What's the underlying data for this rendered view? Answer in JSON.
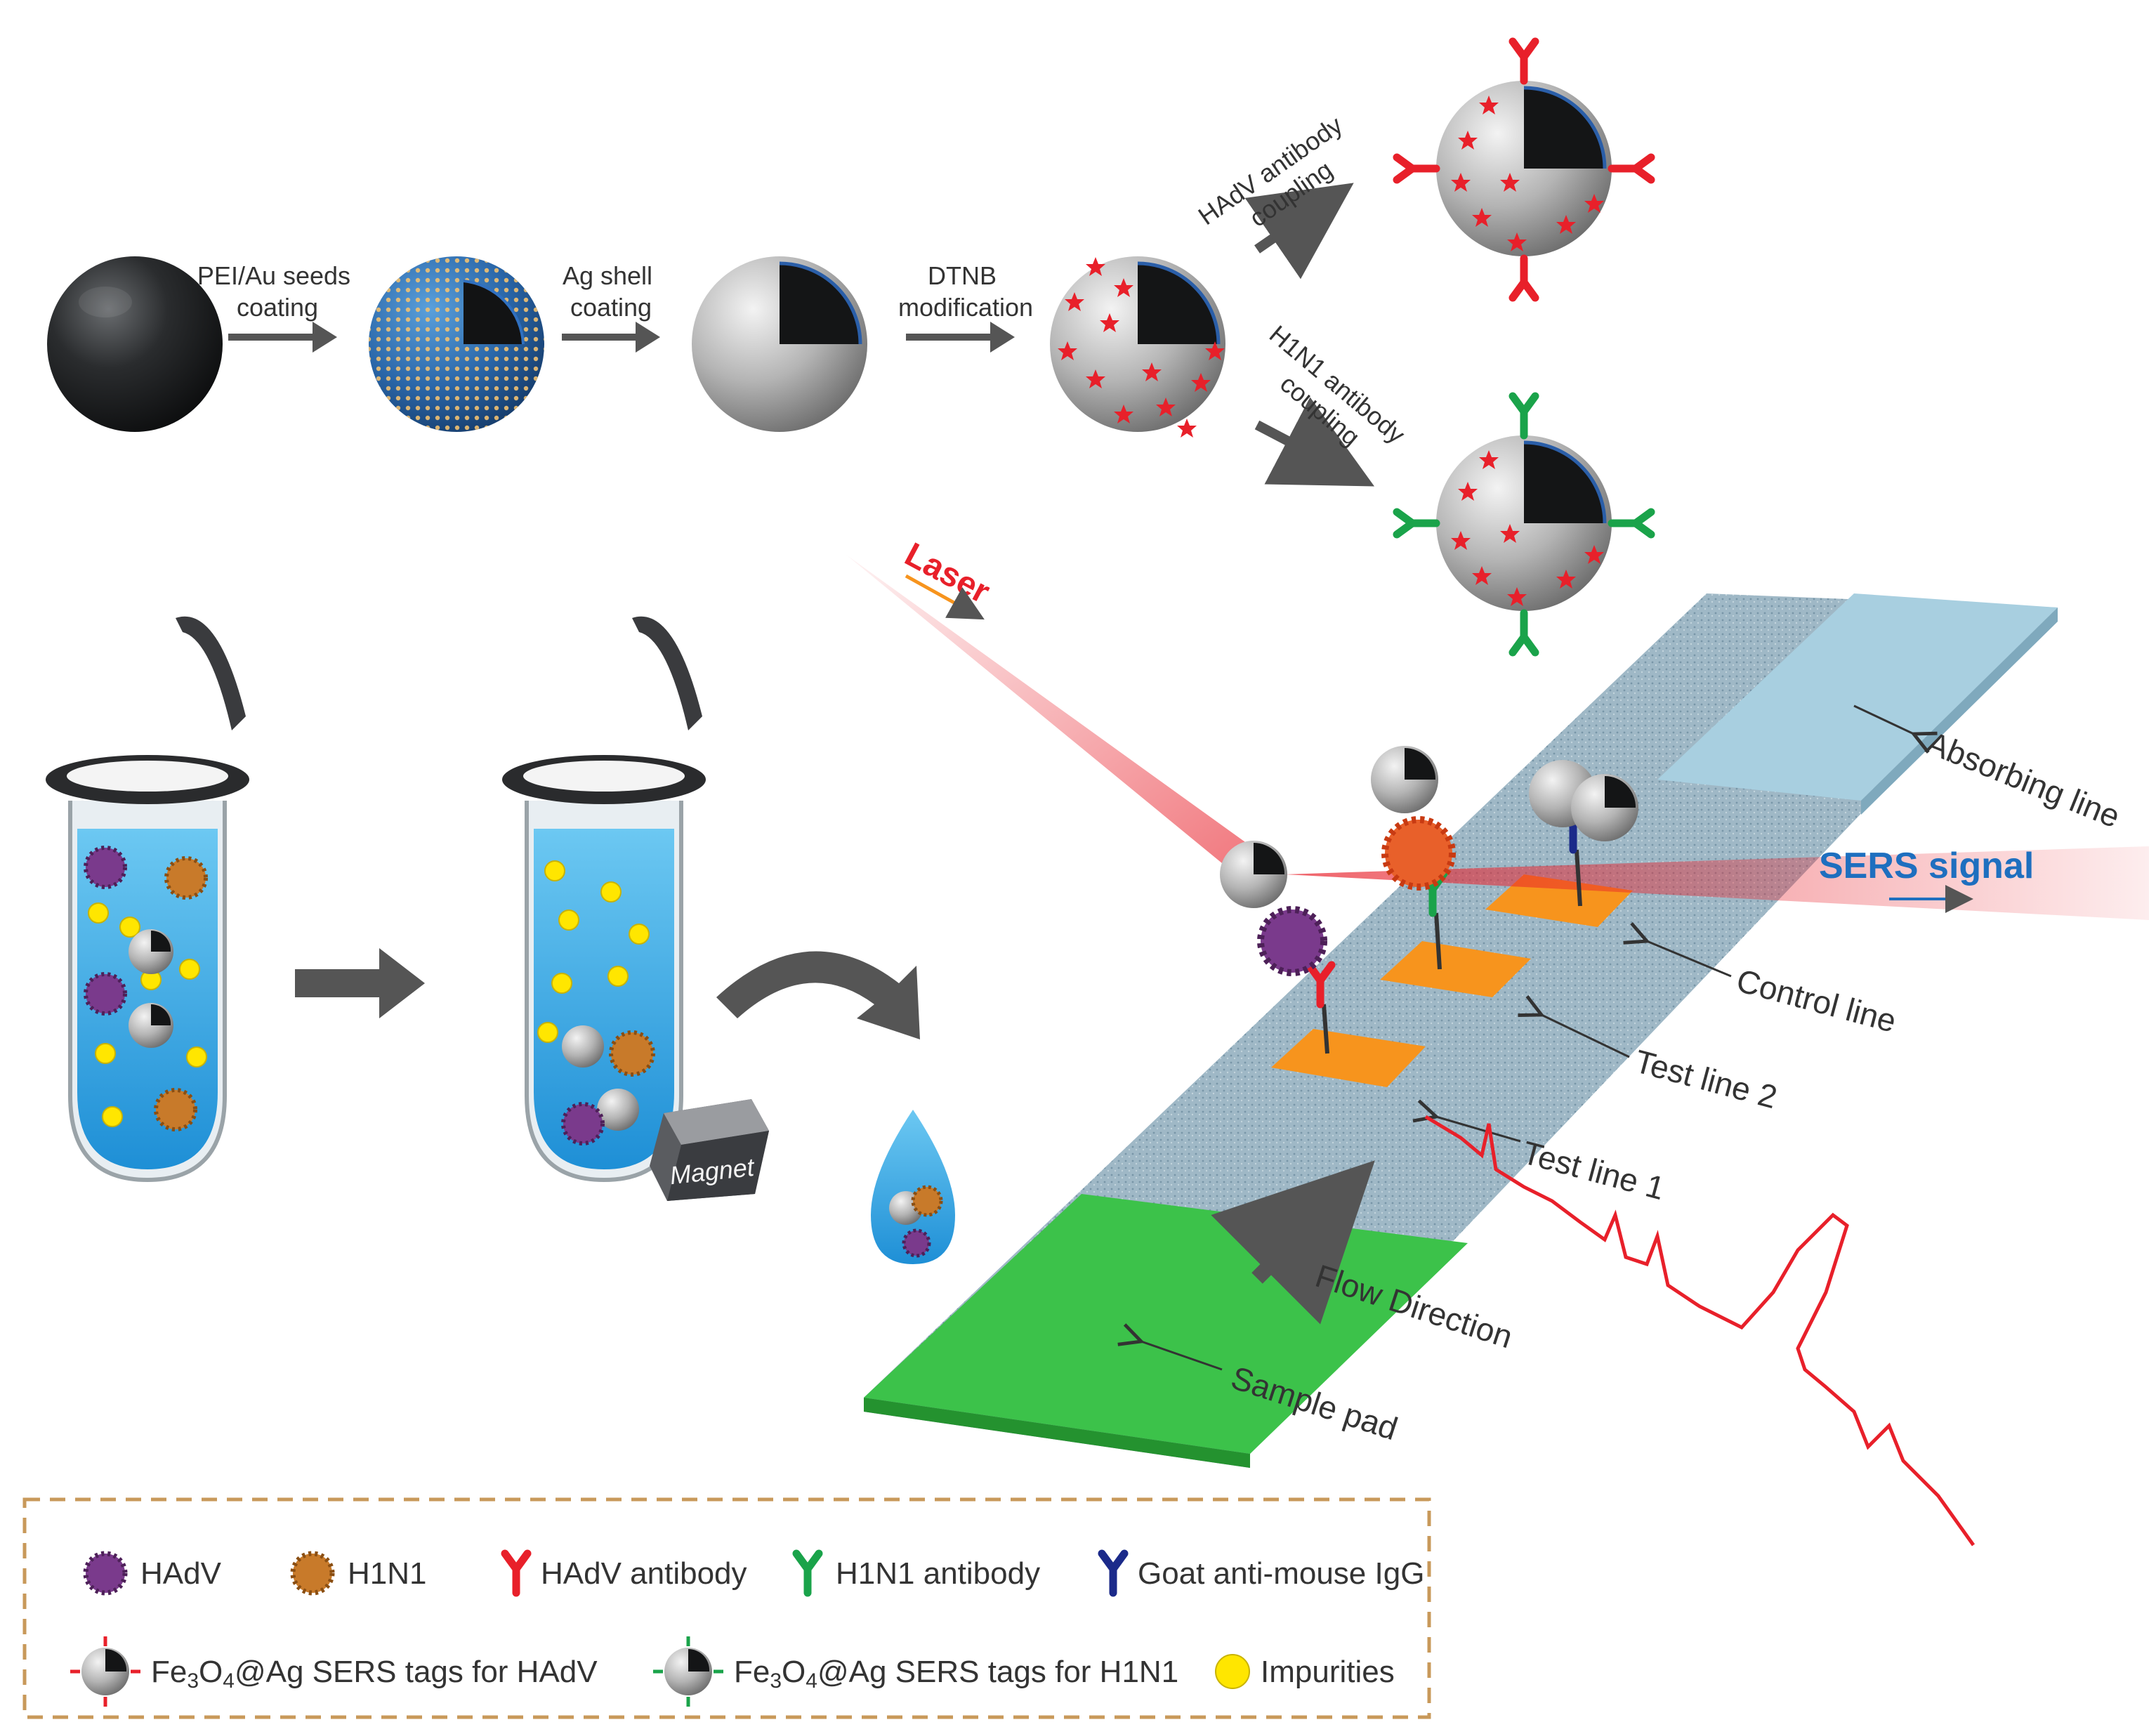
{
  "synthesis": {
    "step1": [
      "PEI/Au seeds",
      "coating"
    ],
    "step2": [
      "Ag shell",
      "coating"
    ],
    "step3": [
      "DTNB",
      "modification"
    ],
    "branch_hadv": [
      "HAdV antibody",
      "coupling"
    ],
    "branch_h1n1": [
      "H1N1 antibody",
      "coupling"
    ]
  },
  "tubes": {
    "magnet_label": "Magnet"
  },
  "strip": {
    "laser": "Laser",
    "sers_signal": "SERS signal",
    "absorbing_line": "Absorbing line",
    "control_line": "Control line",
    "test_line_2": "Test line 2",
    "test_line_1": "Test line 1",
    "flow_direction": "Flow Direction",
    "sample_pad": "Sample pad"
  },
  "legend": {
    "hadv": "HAdV",
    "h1n1": "H1N1",
    "hadv_antibody": "HAdV antibody",
    "h1n1_antibody": "H1N1 antibody",
    "goat_igg": "Goat anti-mouse IgG",
    "tag_hadv_prefix": "Fe",
    "tag_hadv_sub1": "3",
    "tag_hadv_mid": "O",
    "tag_hadv_sub2": "4",
    "tag_hadv_suffix": "@Ag SERS tags for HAdV",
    "tag_h1n1_prefix": "Fe",
    "tag_h1n1_sub1": "3",
    "tag_h1n1_mid": "O",
    "tag_h1n1_sub2": "4",
    "tag_h1n1_suffix": "@Ag SERS tags for H1N1",
    "impurities": "Impurities"
  },
  "colors": {
    "hadv_antibody": "#e8202a",
    "h1n1_antibody": "#1aa34a",
    "goat_igg": "#1b2a8a",
    "sample_pad": "#3cc24a",
    "absorbing_pad": "#a8cfe0",
    "test_band": "#f7941d",
    "impurities": "#ffe600",
    "sers_text": "#1e6fbf",
    "laser": "#e8202a",
    "spectrum": "#e8202a",
    "legend_border": "#c8995a"
  }
}
